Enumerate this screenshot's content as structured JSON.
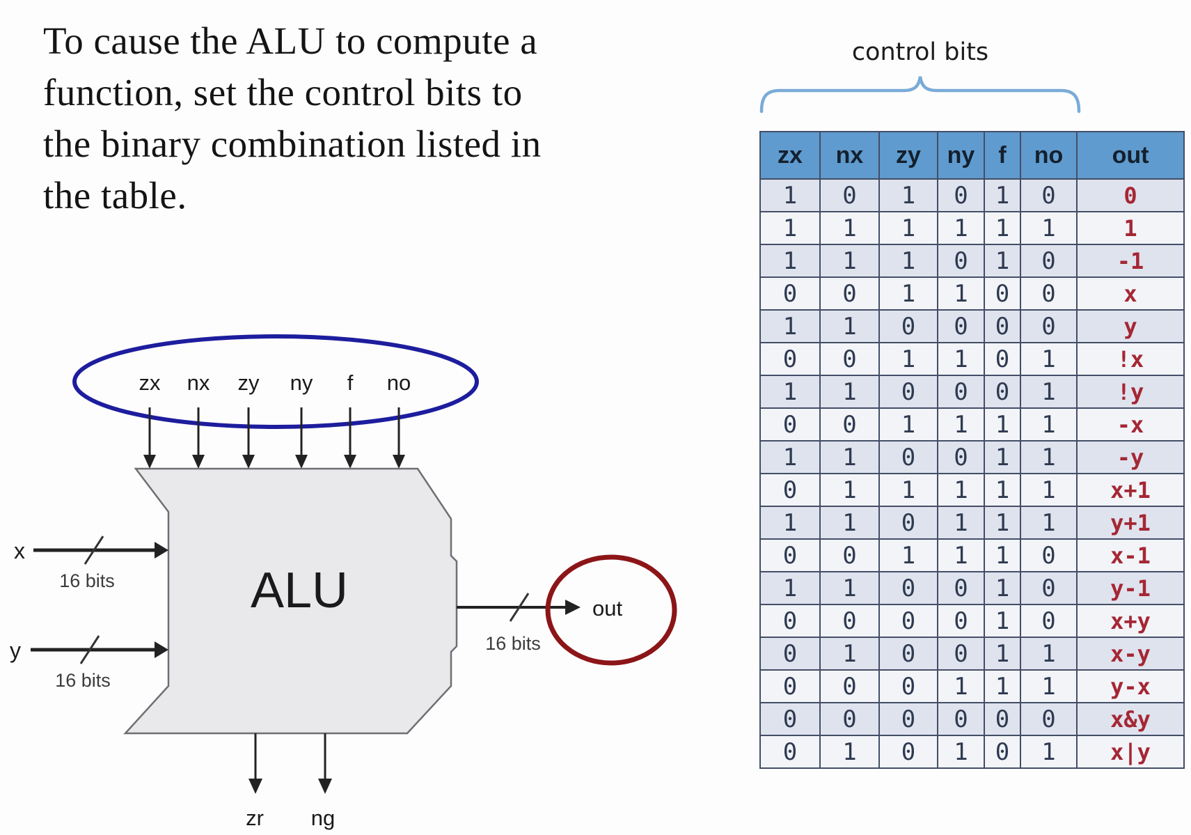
{
  "intro": {
    "lines": [
      "To cause the ALU to compute a",
      "function, set the control bits to",
      "the binary combination listed in",
      "the table."
    ]
  },
  "diagram": {
    "chip_label": "ALU",
    "control_bit_labels": [
      "zx",
      "nx",
      "zy",
      "ny",
      "f",
      "no"
    ],
    "input_x_label": "x",
    "input_y_label": "y",
    "x_bus_width_label": "16 bits",
    "y_bus_width_label": "16 bits",
    "out_bus_width_label": "16 bits",
    "out_label": "out",
    "zr_label": "zr",
    "ng_label": "ng",
    "control_ellipse_color": "#1d1d9e",
    "out_circle_color": "#8c1518",
    "chip_fill_color": "#e9e9ec"
  },
  "table": {
    "caption": "control bits",
    "caption_brace_color": "#79abd8",
    "header_bg_color": "#5f9bce",
    "out_value_color": "#a52734",
    "headers": [
      "zx",
      "nx",
      "zy",
      "ny",
      "f",
      "no",
      "out"
    ],
    "rows": [
      [
        "1",
        "0",
        "1",
        "0",
        "1",
        "0",
        "0"
      ],
      [
        "1",
        "1",
        "1",
        "1",
        "1",
        "1",
        "1"
      ],
      [
        "1",
        "1",
        "1",
        "0",
        "1",
        "0",
        "-1"
      ],
      [
        "0",
        "0",
        "1",
        "1",
        "0",
        "0",
        "x"
      ],
      [
        "1",
        "1",
        "0",
        "0",
        "0",
        "0",
        "y"
      ],
      [
        "0",
        "0",
        "1",
        "1",
        "0",
        "1",
        "!x"
      ],
      [
        "1",
        "1",
        "0",
        "0",
        "0",
        "1",
        "!y"
      ],
      [
        "0",
        "0",
        "1",
        "1",
        "1",
        "1",
        "-x"
      ],
      [
        "1",
        "1",
        "0",
        "0",
        "1",
        "1",
        "-y"
      ],
      [
        "0",
        "1",
        "1",
        "1",
        "1",
        "1",
        "x+1"
      ],
      [
        "1",
        "1",
        "0",
        "1",
        "1",
        "1",
        "y+1"
      ],
      [
        "0",
        "0",
        "1",
        "1",
        "1",
        "0",
        "x-1"
      ],
      [
        "1",
        "1",
        "0",
        "0",
        "1",
        "0",
        "y-1"
      ],
      [
        "0",
        "0",
        "0",
        "0",
        "1",
        "0",
        "x+y"
      ],
      [
        "0",
        "1",
        "0",
        "0",
        "1",
        "1",
        "x-y"
      ],
      [
        "0",
        "0",
        "0",
        "1",
        "1",
        "1",
        "y-x"
      ],
      [
        "0",
        "0",
        "0",
        "0",
        "0",
        "0",
        "x&y"
      ],
      [
        "0",
        "1",
        "0",
        "1",
        "0",
        "1",
        "x|y"
      ]
    ]
  }
}
